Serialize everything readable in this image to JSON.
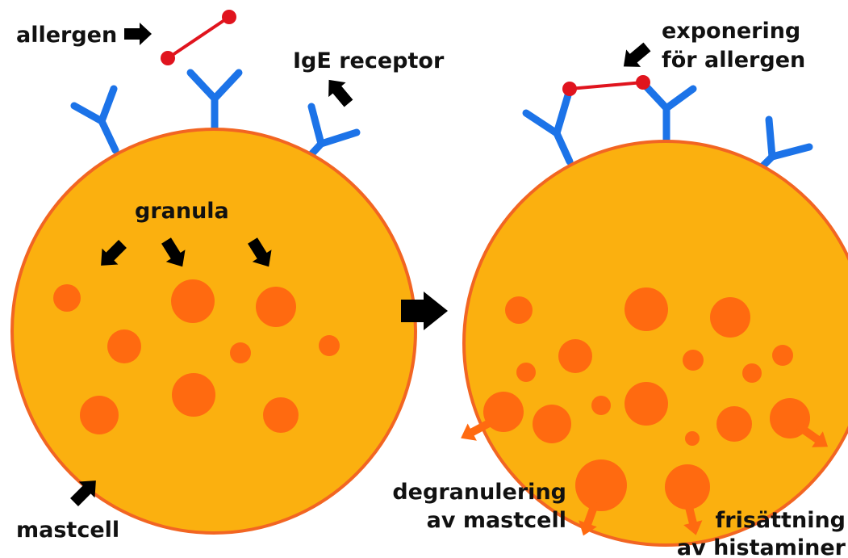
{
  "labels": {
    "allergen": "allergen",
    "ige_receptor": "IgE receptor",
    "granula": "granula",
    "mastcell": "mastcell",
    "exposure_line1": "exponering",
    "exposure_line2": "för allergen",
    "degranulation_line1": "degranulering",
    "degranulation_line2": "av mastcell",
    "release_line1": "frisättning",
    "release_line2": "av histaminer"
  },
  "colors": {
    "cell_fill": "#FBB00F",
    "cell_stroke": "#F26522",
    "granule": "#FF6A10",
    "receptor": "#1C73E8",
    "allergen": "#E0141E",
    "arrow": "#000000"
  }
}
